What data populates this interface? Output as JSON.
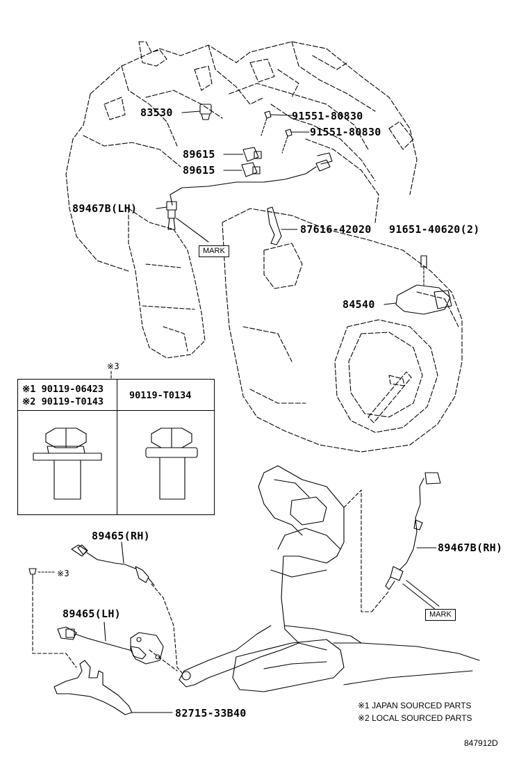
{
  "labels": {
    "p83530": "83530",
    "p91551_a": "91551-80830",
    "p91551_b": "91551-80830",
    "p89615_a": "89615",
    "p89615_b": "89615",
    "p89467b_lh": "89467B(LH)",
    "p87616": "87616-42020",
    "p91651": "91651-40620(2)",
    "p84540": "84540",
    "p89465_rh": "89465(RH)",
    "p89467b_rh": "89467B(RH)",
    "p89465_lh": "89465(LH)",
    "p82715": "82715-33B40",
    "note3_top": "※3",
    "note3_bolt": "※3"
  },
  "marks": {
    "mark_upper": "MARK",
    "mark_lower": "MARK"
  },
  "bolt_table": {
    "left_line1": "※1 90119-06423",
    "left_line2": "※2 90119-T0143",
    "right_line1": "90119-T0134"
  },
  "notes": {
    "note1": "※1 JAPAN SOURCED PARTS",
    "note2": "※2 LOCAL SOURCED PARTS"
  },
  "diagram_id": "847912D"
}
